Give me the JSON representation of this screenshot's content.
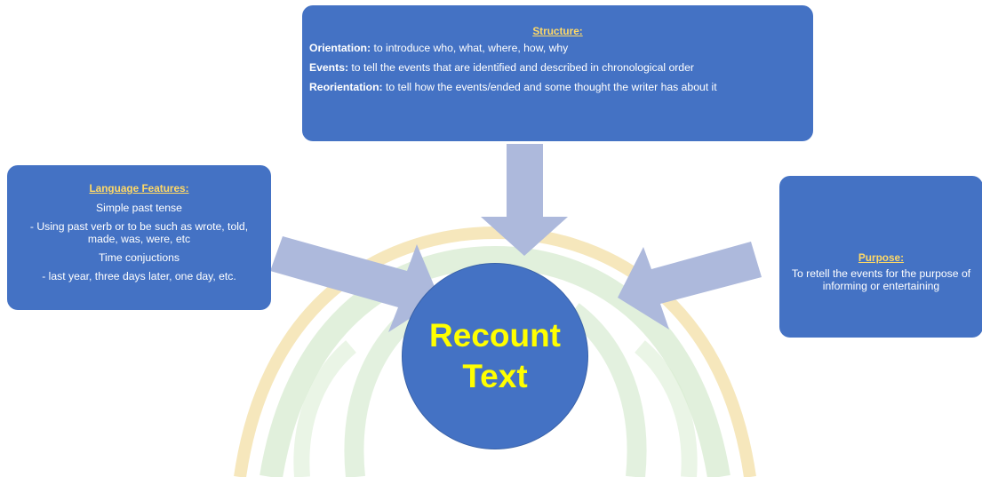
{
  "colors": {
    "box_fill": "#4472c4",
    "heading_text": "#ffd966",
    "body_text": "#ffffff",
    "title_text": "#ffff00",
    "arrow_fill": "#adb9dc",
    "watermark_green": "#c8e3c0",
    "watermark_yellow": "#f4e3b0"
  },
  "center": {
    "line1": "Recount",
    "line2": "Text"
  },
  "structure": {
    "heading": "Structure:",
    "items": [
      {
        "term": "Orientation:",
        "text": " to introduce who, what, where, how, why"
      },
      {
        "term": "Events:",
        "text": " to tell the events that are identified and described in chronological order"
      },
      {
        "term": "Reorientation:",
        "text": " to tell how the events/ended and  some thought the writer has about it"
      }
    ]
  },
  "language_features": {
    "heading": "Language Features:",
    "lines": [
      "Simple past tense",
      "- Using past verb or to be such as wrote, told, made, was, were, etc",
      "Time conjuctions",
      "- last year, three days later, one day, etc."
    ]
  },
  "purpose": {
    "heading": "Purpose:",
    "text": "To retell the events for the purpose of informing or entertaining"
  }
}
